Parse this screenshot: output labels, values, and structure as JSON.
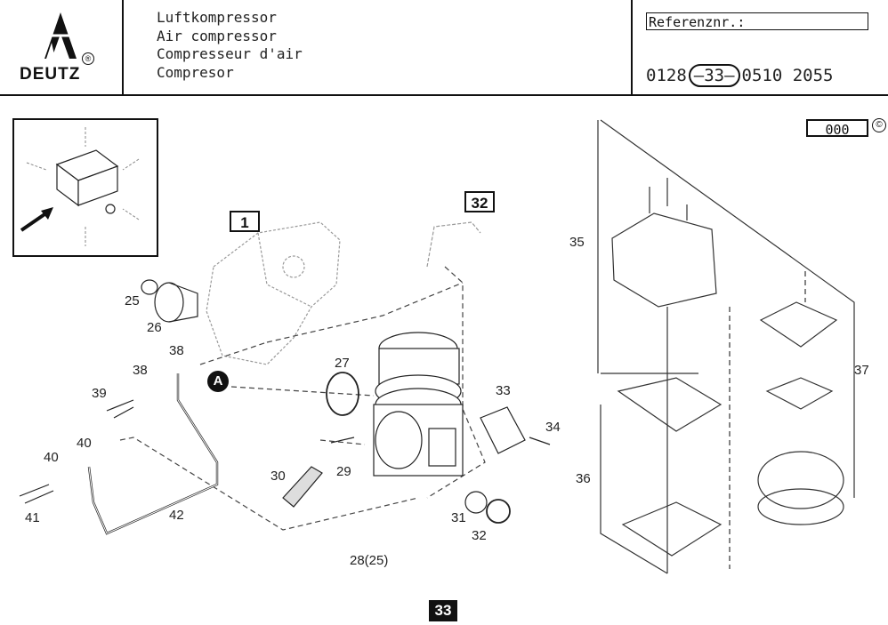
{
  "header": {
    "brand": "DEUTZ",
    "brand_mark": "®",
    "titles": [
      "Luftkompressor",
      "Air compressor",
      "Compresseur d'air",
      "Compresor"
    ],
    "ref_label": "Referenznr.:",
    "ref_parts": {
      "prefix": "0128",
      "group": "–33–",
      "suffix": "0510  2055"
    }
  },
  "page_code": "000",
  "copyright": "©",
  "refs": {
    "ref1": "1",
    "ref32": "32",
    "page": "33",
    "marker": "A"
  },
  "labels": {
    "l25": "25",
    "l26": "26",
    "l27": "27",
    "l28": "28(25)",
    "l29": "29",
    "l30": "30",
    "l31": "31",
    "l32": "32",
    "l33": "33",
    "l34": "34",
    "l35": "35",
    "l36": "36",
    "l37": "37",
    "l38a": "38",
    "l38b": "38",
    "l39": "39",
    "l40a": "40",
    "l40b": "40",
    "l41": "41",
    "l42": "42"
  }
}
